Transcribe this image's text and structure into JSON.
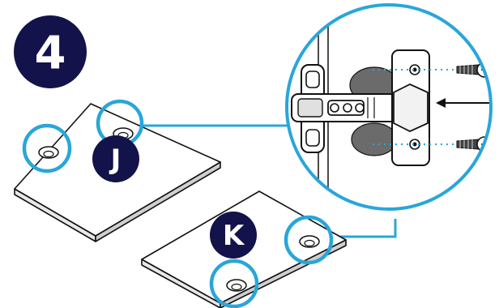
{
  "step": {
    "number": "4"
  },
  "parts": [
    {
      "id": "part-j",
      "label": "J"
    },
    {
      "id": "part-k",
      "label": "K"
    }
  ],
  "colors": {
    "navy": "#14124a",
    "callout": "#29a6d9",
    "line": "#111111",
    "white": "#ffffff",
    "metal": "#d9d9d9"
  }
}
